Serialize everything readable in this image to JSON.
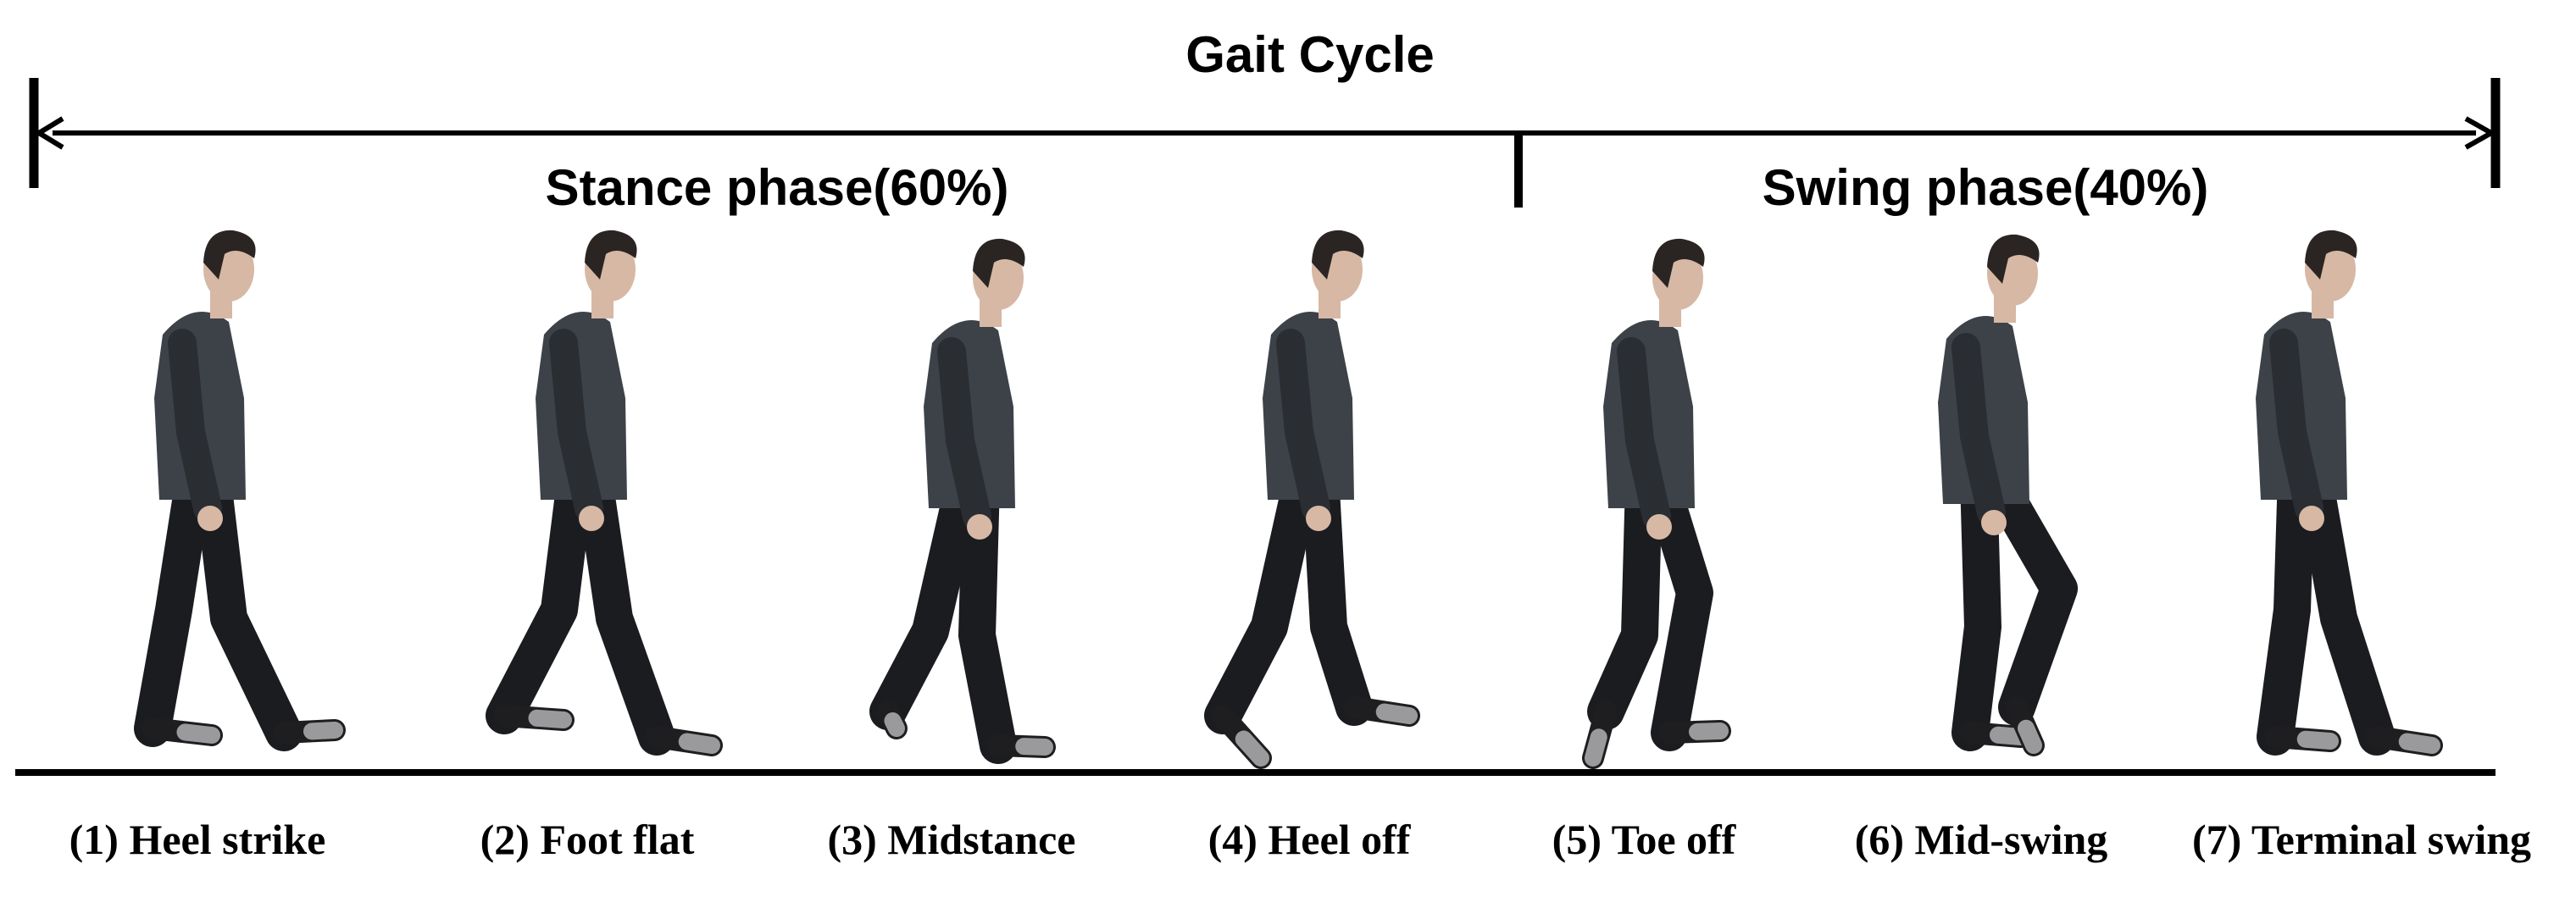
{
  "title": "Gait Cycle",
  "phases": [
    {
      "label": "Stance phase(60%)"
    },
    {
      "label": "Swing phase(40%)"
    }
  ],
  "stages": [
    {
      "label": "(1) Heel strike"
    },
    {
      "label": "(2) Foot flat"
    },
    {
      "label": "(3) Midstance"
    },
    {
      "label": "(4) Heel off"
    },
    {
      "label": "(5) Toe off"
    },
    {
      "label": "(6) Mid-swing"
    },
    {
      "label": "(7) Terminal swing"
    }
  ],
  "colors": {
    "line": "#000000",
    "shirt": "#3d4248",
    "shirt_shade": "#2a2e33",
    "pants": "#1b1c1f",
    "skin": "#d6b8a4",
    "hair": "#2a2523",
    "sock_dark": "#1e1e20",
    "sock_light": "#9a9a9c"
  }
}
